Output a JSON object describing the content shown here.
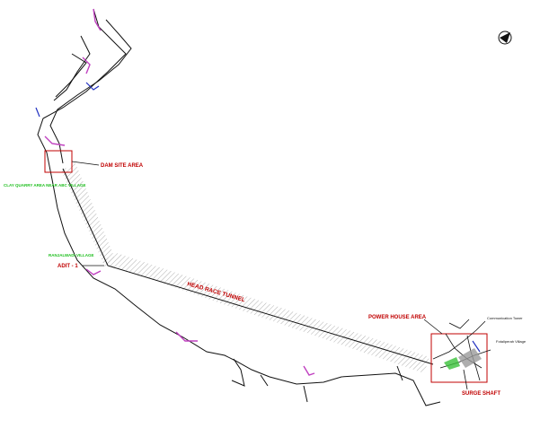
{
  "map": {
    "labels": {
      "dam_site": "DAM SITE AREA",
      "head_race_tunnel": "HEAD RACE TUNNEL",
      "power_house": "POWER HOUSE AREA",
      "surge_shaft": "SURGE SHAFT",
      "adit": "ADIT - 1",
      "clay_quarry": "CLAY QUARRY AREA NEAR ABC VILLAGE",
      "ranjalwadi": "RANJALWADI VILLAGE",
      "communication_tower": "Communication Tower",
      "village_right": "Fotaliperah Village"
    },
    "colors": {
      "river": "#111111",
      "boundary": "#c040c0",
      "tunnel_hatch": "#9a9a9a",
      "annotation": "#c00000",
      "green_label": "#1fbf1f",
      "blue_label": "#2030c0"
    },
    "icons": [
      "north-arrow-icon"
    ]
  }
}
